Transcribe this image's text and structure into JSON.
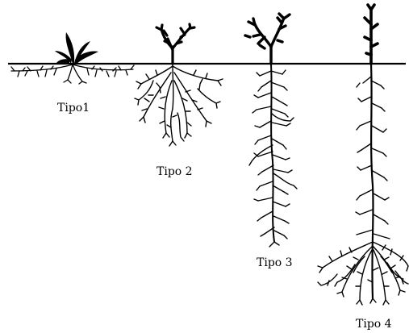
{
  "labels": {
    "type1": "Tipo1",
    "type2": "Tipo 2",
    "type3": "Tipo 3",
    "type4": "Tipo 4"
  },
  "colors": {
    "ink": "#000000",
    "background": "#ffffff"
  }
}
